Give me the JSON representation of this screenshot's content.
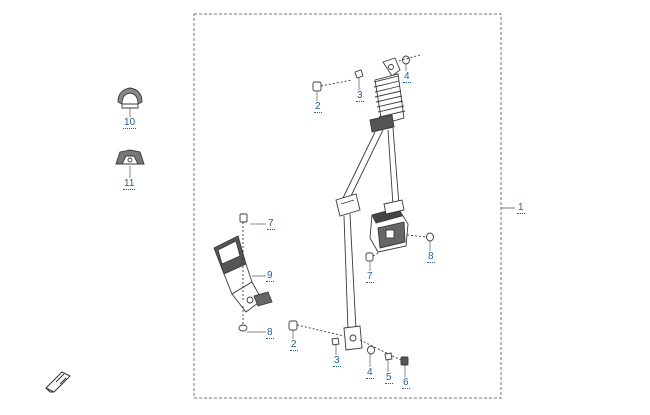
{
  "diagram": {
    "callouts": {
      "assembly": "1",
      "bolt_upper": "2",
      "nut_upper": "3",
      "washer_upper": "4",
      "bolt_lower": "2",
      "nut_lower": "3",
      "washer_lower": "4",
      "spacer_lower": "5",
      "nut_end": "6",
      "bolt_retractor": "7",
      "bolt_buckle": "7",
      "washer_retractor": "8",
      "washer_buckle": "8",
      "buckle": "9",
      "clip_a": "10",
      "clip_b": "11"
    },
    "colors": {
      "callout_text": "#1f5fa8",
      "line_art": "#3a3a3a",
      "frame": "#777777"
    },
    "icons": {
      "nav": "pencil-arrow-icon"
    }
  }
}
